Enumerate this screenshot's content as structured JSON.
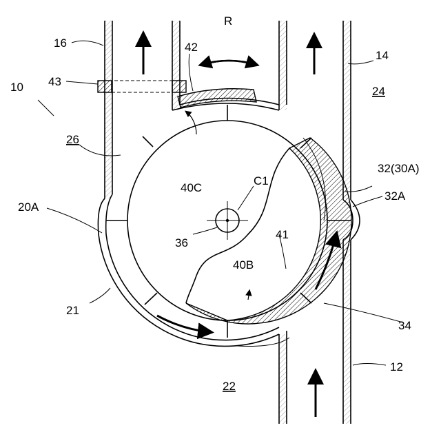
{
  "figure": {
    "colors": {
      "line": "#000000",
      "background": "#ffffff"
    },
    "labels": {
      "l10": "10",
      "l12": "12",
      "l14": "14",
      "l16": "16",
      "l20A": "20A",
      "l21": "21",
      "l22": "22",
      "l24": "24",
      "l26": "26",
      "l32": "32(30A)",
      "l32A": "32A",
      "l34": "34",
      "l36": "36",
      "l40B": "40B",
      "l40C": "40C",
      "l41": "41",
      "l42": "42",
      "l43": "43",
      "lC1": "C1",
      "lR": "R"
    }
  }
}
